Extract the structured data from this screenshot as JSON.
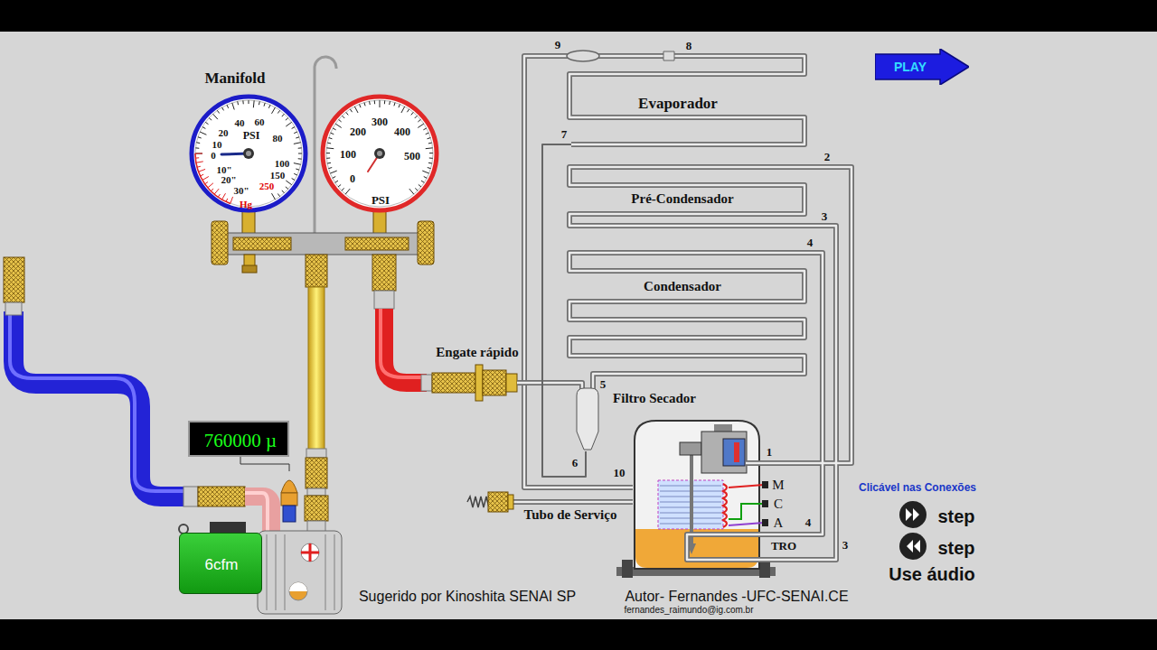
{
  "diagram": {
    "nodes": [
      {
        "text": [
          "40",
          "60",
          "20",
          "PSI",
          "80",
          "10",
          "0",
          "100",
          "10\"",
          "150",
          "20\"",
          "250",
          "30\"",
          "Hg"
        ]
      },
      {
        "text": [
          "300",
          "200",
          "400",
          "100",
          "500",
          "0",
          "PSI"
        ]
      },
      {
        "text": [
          "PLAY"
        ]
      },
      {
        "text": [
          "760000 µ"
        ]
      },
      {
        "text": [
          "6cfm"
        ]
      }
    ],
    "labels": [
      "Manifold",
      "Evaporador",
      "Pré-Condensador",
      "Condensador",
      "9",
      "8",
      "7",
      "2",
      "3",
      "4",
      "Engate rápido",
      "5",
      "Filtro Secador",
      "1",
      "6",
      "10",
      "M",
      "C",
      "A",
      "4",
      "TRO",
      "3",
      "Tubo de Serviço",
      "Clicável nas Conexões",
      "step",
      "step",
      "Use áudio",
      "Sugerido por Kinoshita SENAI SP",
      "Autor- Fernandes -UFC-SENAI.CE",
      "fernandes_raimundo@ig.com.br"
    ]
  }
}
